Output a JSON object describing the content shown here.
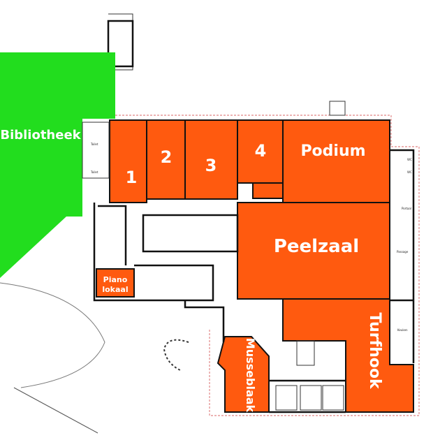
{
  "colors": {
    "library": "#22dd1e",
    "rooms": "#ff5a0f",
    "walls": "#111111"
  },
  "rooms": {
    "bibliotheek": "Bibliotheek",
    "r1": "1",
    "r2": "2",
    "r3": "3",
    "r4": "4",
    "podium": "Podium",
    "peelzaal": "Peelzaal",
    "turfhook": "Turfhook",
    "musseblaak": "Musseblaak",
    "piano_line1": "Piano",
    "piano_line2": "lokaal"
  },
  "small_labels": {
    "toilet1": "Toilet",
    "toilet2": "Toilet",
    "portaal": "Portaal",
    "passage": "Passage",
    "keuken": "Keuken",
    "wc1": "WC",
    "wc2": "WC"
  }
}
